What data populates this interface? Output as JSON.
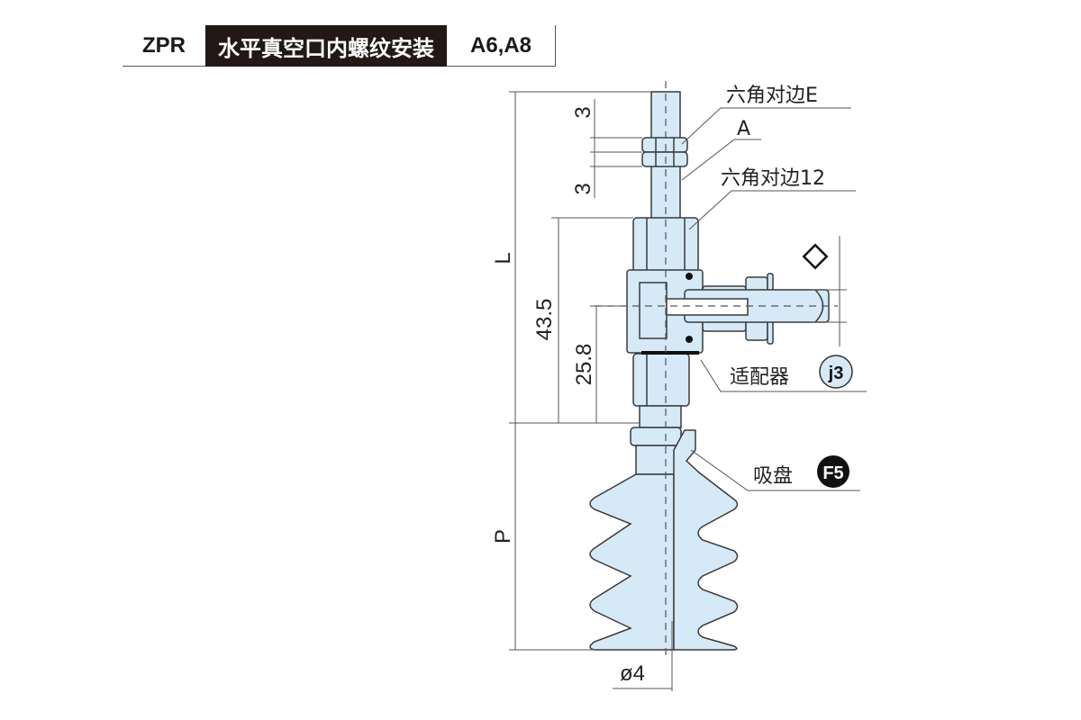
{
  "header": {
    "model": "ZPR",
    "title": "水平真空口内螺纹安装",
    "variant": "A6,A8"
  },
  "callouts": {
    "hex_e": "六角对边E",
    "a": "A",
    "hex_12": "六角对边12",
    "adapter": "适配器",
    "adapter_badge": "j3",
    "pad": "吸盘",
    "pad_badge": "F5"
  },
  "dimensions": {
    "nut_top": "3",
    "nut_bottom": "3",
    "L": "L",
    "d_43_5": "43.5",
    "d_25_8": "25.8",
    "P": "P",
    "dia": "ø4"
  },
  "colors": {
    "part_fill": "#d5e9f7",
    "outline": "#3a3a3a",
    "header_bg": "#231815",
    "badge_light": "#d5e9f7",
    "badge_dark": "#111111"
  }
}
